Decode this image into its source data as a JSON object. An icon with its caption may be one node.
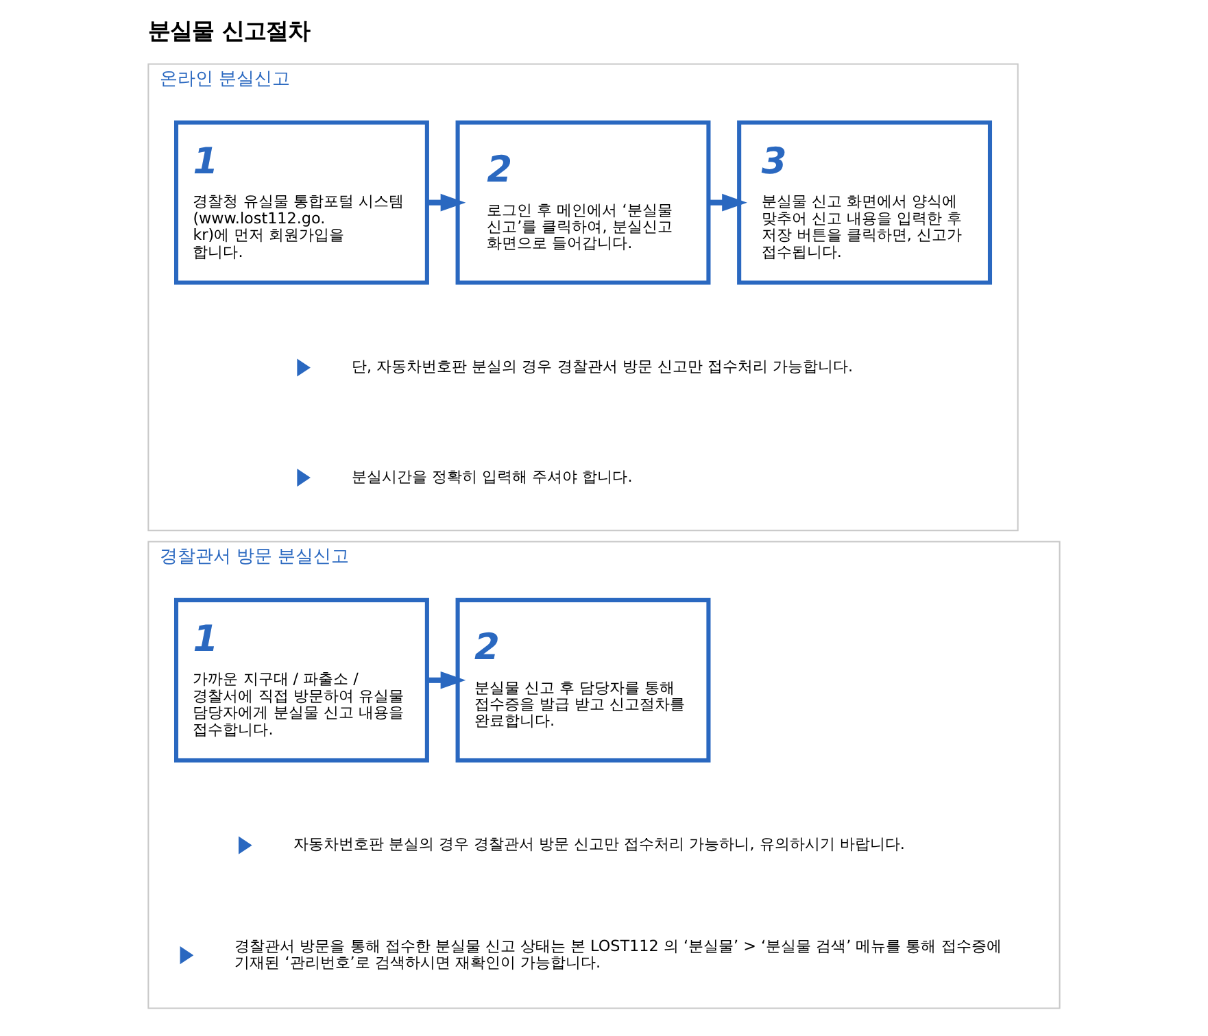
{
  "diagram": {
    "title": "분실물 신고절차",
    "nodes": [
      {
        "text": [
          "온라인 분실신고"
        ]
      },
      {
        "text": [
          "1",
          "경찰청 유실물 통합포털 시스템 (www.lost112.go.kr)에 먼저 회원가입을 합니다."
        ],
        "in": 0
      },
      {
        "text": [
          "2",
          "로그인 후 메인에서 ‘분실물 신고’를 클릭하여, 분실신고 화면으로 들어갑니다."
        ],
        "in": 0
      },
      {
        "text": [
          "3",
          "분실물 신고 화면에서 양식에 맞추어 신고 내용을 입력한 후 저장 버튼을 클릭하면, 신고가 접수됩니다."
        ],
        "in": 0
      },
      {
        "text": [
          "경찰관서 방문 분실신고"
        ]
      },
      {
        "text": [
          "1",
          "가까운 지구대 / 파출소 / 경찰서에 직접 방문하여 유실물 담당자에게 분실물 신고 내용을 접수합니다."
        ],
        "in": 4
      },
      {
        "text": [
          "2",
          "분실물 신고 후 담당자를 통해 접수증을 발급 받고 신고절차를 완료합니다."
        ],
        "in": 4
      }
    ],
    "edges": [
      {
        "from": 1,
        "to": 2,
        "arrow": "to"
      },
      {
        "from": 2,
        "to": 3,
        "arrow": "to"
      },
      {
        "from": 5,
        "to": 6,
        "arrow": "to"
      }
    ],
    "labels": [
      "단, 자동차번호판 분실의 경우 경찰관서 방문 신고만 접수처리 가능합니다.",
      "분실시간을 정확히 입력해 주셔야 합니다.",
      "자동차번호판 분실의 경우 경찰관서 방문 신고만 접수처리 가능하니, 유의하시기 바랍니다.",
      "경찰관서 방문을 통해 접수한 분실물 신고 상태는 본 LOST112 의 ‘분실물’ > ‘분실물 검색’ 메뉴를 통해 접수증에 기재된 ‘관리번호’로 검색하시면 재확인이 가능합니다."
    ]
  }
}
